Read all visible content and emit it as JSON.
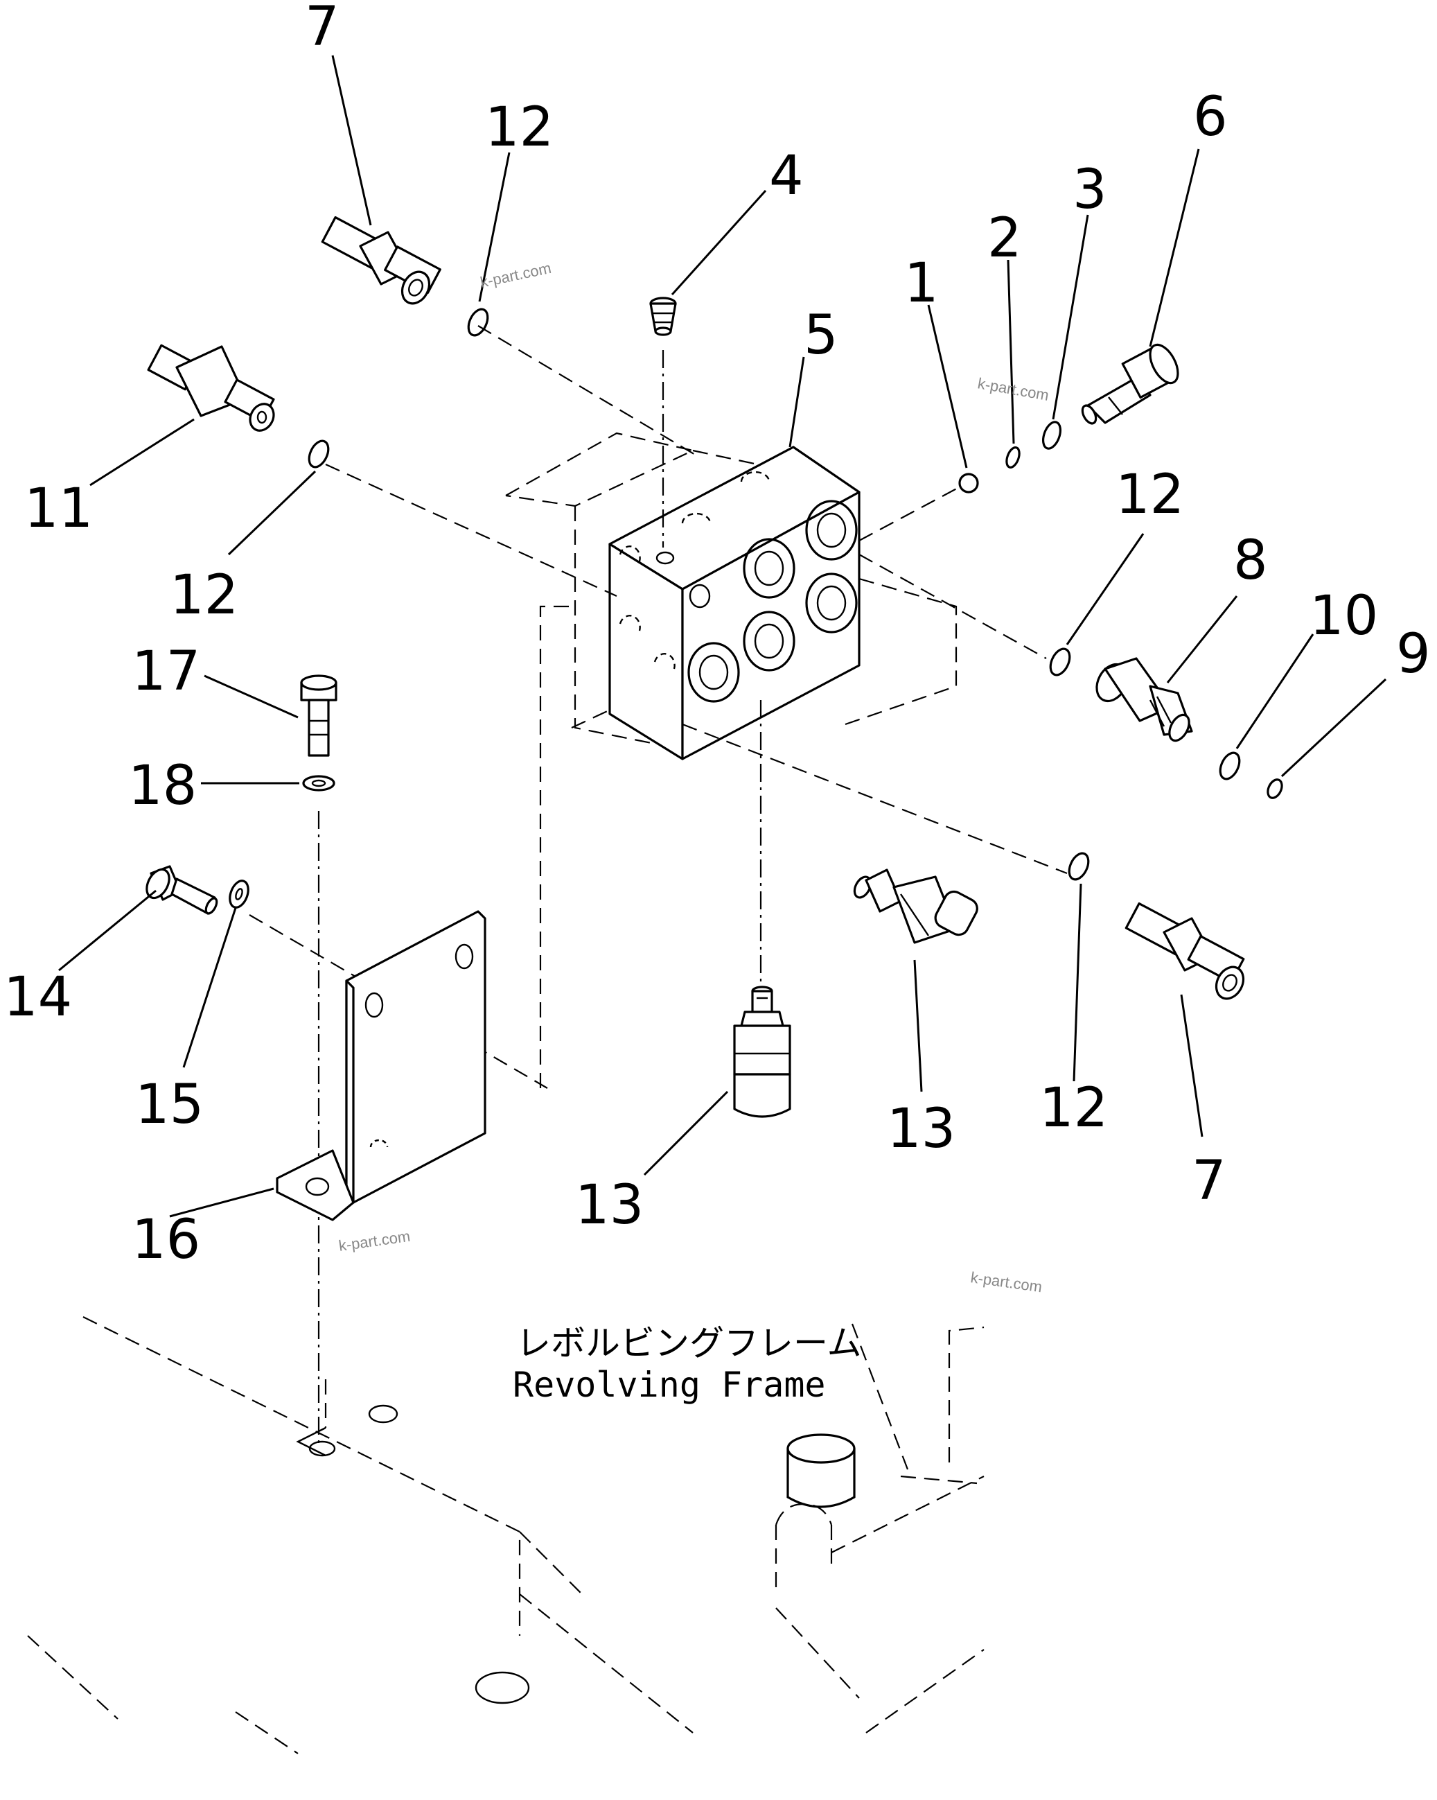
{
  "diagram": {
    "callouts": {
      "p1": "1",
      "p2": "2",
      "p3": "3",
      "p4": "4",
      "p5": "5",
      "p6": "6",
      "p7_top": "7",
      "p7_bottom": "7",
      "p8": "8",
      "p9": "9",
      "p10": "10",
      "p11": "11",
      "p12_top": "12",
      "p12_left": "12",
      "p12_right": "12",
      "p12_bottom": "12",
      "p13_left": "13",
      "p13_right": "13",
      "p14": "14",
      "p15": "15",
      "p16": "16",
      "p17": "17",
      "p18": "18"
    },
    "frame_label": {
      "japanese": "レボルビングフレーム",
      "english": "Revolving Frame"
    },
    "watermarks": [
      "k-part.com",
      "k-part.com",
      "k-part.com",
      "k-part.com"
    ]
  }
}
